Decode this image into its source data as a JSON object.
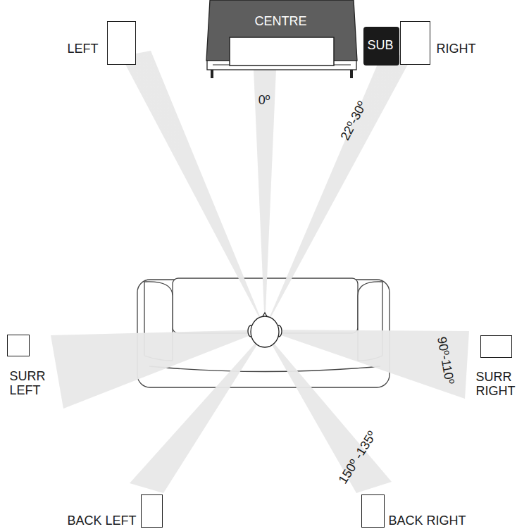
{
  "diagram": {
    "nodes": [
      {
        "text": [
          "LEFT"
        ]
      },
      {
        "text": [
          "CENTRE"
        ]
      },
      {
        "text": [
          "SUB"
        ]
      },
      {
        "text": [
          "RIGHT"
        ]
      },
      {
        "text": [
          "SURR LEFT"
        ]
      },
      {
        "text": [
          "SURR RIGHT"
        ]
      },
      {
        "text": [
          "BACK LEFT"
        ]
      },
      {
        "text": [
          "BACK RIGHT"
        ]
      }
    ],
    "labels": [
      "0º",
      "22º-30º",
      "90º-110º",
      "150º -135º"
    ]
  }
}
